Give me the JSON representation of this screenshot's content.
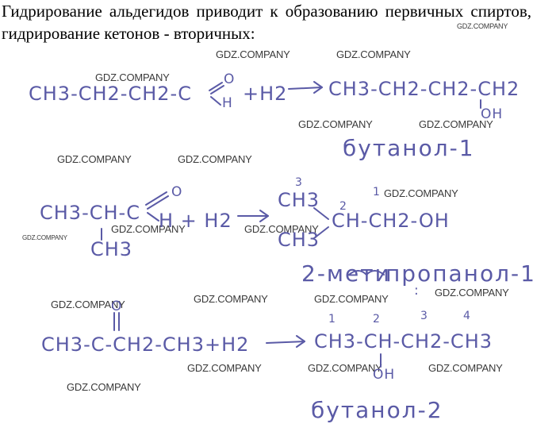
{
  "intro_text": "Гидрирование альдегидов приводит к образованию первичных спиртов, гидрирование кетонов - вторичных:",
  "watermark": "GDZ.COMPANY",
  "reaction1": {
    "reactant": "CH3-CH2-CH2-C",
    "aldehyde_o": "O",
    "aldehyde_h": "H",
    "reagent": "+H2",
    "product": "CH3-CH2-CH2-CH2",
    "oh": "OH",
    "name": "бутанол-1"
  },
  "reaction2": {
    "reactant": "CH3-CH-C",
    "aldehyde_o": "O",
    "aldehyde_h": "H + H2",
    "branch": "CH3",
    "product_top": "CH3",
    "product_bottom": "CH3",
    "product_chain": "CH-CH2-OH",
    "num_3": "3",
    "num_2": "2",
    "num_1": "1",
    "name_left": "2-мети",
    "name_right": "пропанол-1",
    "colon": ":"
  },
  "reaction3": {
    "reactant": "CH3-C-CH2-CH3+H2",
    "ketone_o": "O",
    "product": "CH3-CH-CH2-CH3",
    "oh": "OH",
    "num_1": "1",
    "num_2": "2",
    "num_3": "3",
    "num_4": "4",
    "name": "бутанол-2"
  }
}
